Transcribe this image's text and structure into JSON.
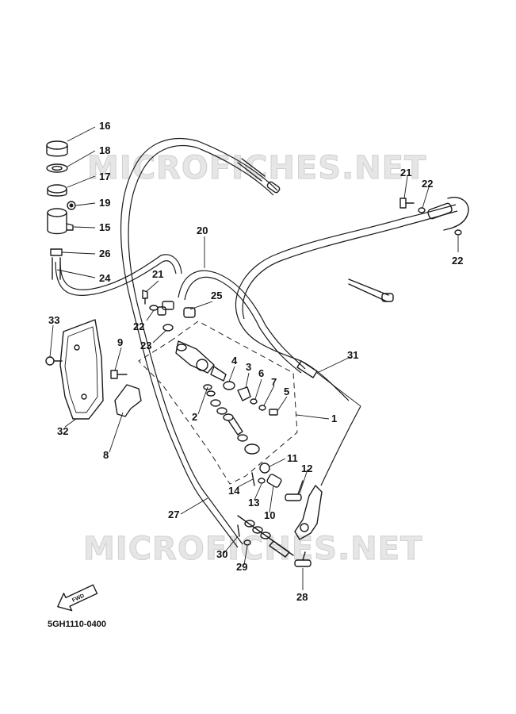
{
  "watermark": "MICROFICHES.NET",
  "diagram_code": "5GH1110-0400",
  "fwd_label": "FWD",
  "callouts": [
    "16",
    "18",
    "17",
    "19",
    "15",
    "26",
    "24",
    "20",
    "21",
    "22",
    "23",
    "25",
    "33",
    "9",
    "32",
    "8",
    "4",
    "3",
    "6",
    "7",
    "5",
    "2",
    "1",
    "31",
    "11",
    "12",
    "14",
    "13",
    "10",
    "27",
    "30",
    "29",
    "28",
    "21",
    "22",
    "22"
  ]
}
